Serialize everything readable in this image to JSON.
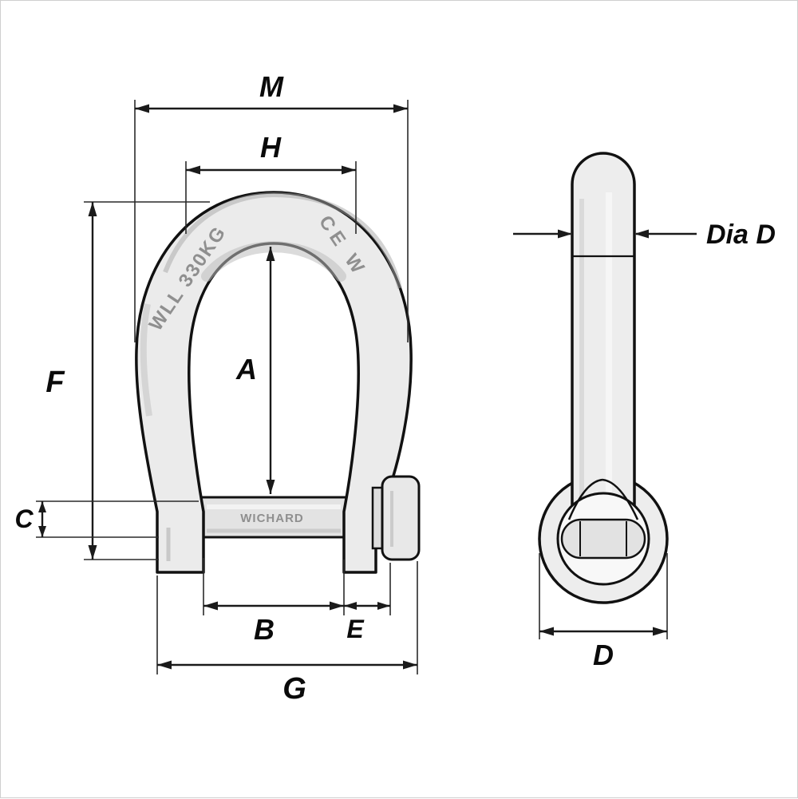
{
  "front_view": {
    "labels": {
      "M": "M",
      "H": "H",
      "A": "A",
      "F": "F",
      "C": "C",
      "B": "B",
      "E": "E",
      "G": "G"
    },
    "engravings": {
      "left_arm": "WLL 330KG",
      "right_arm": "CE W",
      "pin": "WICHARD"
    }
  },
  "side_view": {
    "labels": {
      "dia": "Dia D",
      "d": "D"
    }
  },
  "colors": {
    "line": "#111111",
    "metal_light": "#ebebeb",
    "metal_mid": "#d9d9d9",
    "background": "#ffffff"
  }
}
